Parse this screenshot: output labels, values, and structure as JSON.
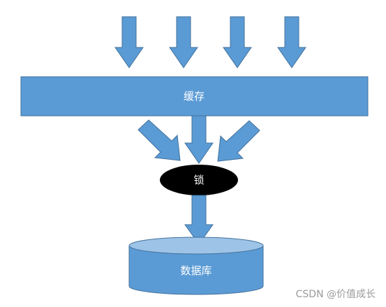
{
  "diagram": {
    "cache_label": "缓存",
    "lock_label": "锁",
    "database_label": "数据库"
  },
  "watermark": {
    "text": "CSDN @价值成长"
  },
  "colors": {
    "fill_blue": "#5b9bd5",
    "border_blue": "#41719c",
    "cylinder_top": "#9dc3e6",
    "lock_fill": "#000000",
    "label_white": "#ffffff",
    "watermark_gray": "#9a9a9a"
  }
}
